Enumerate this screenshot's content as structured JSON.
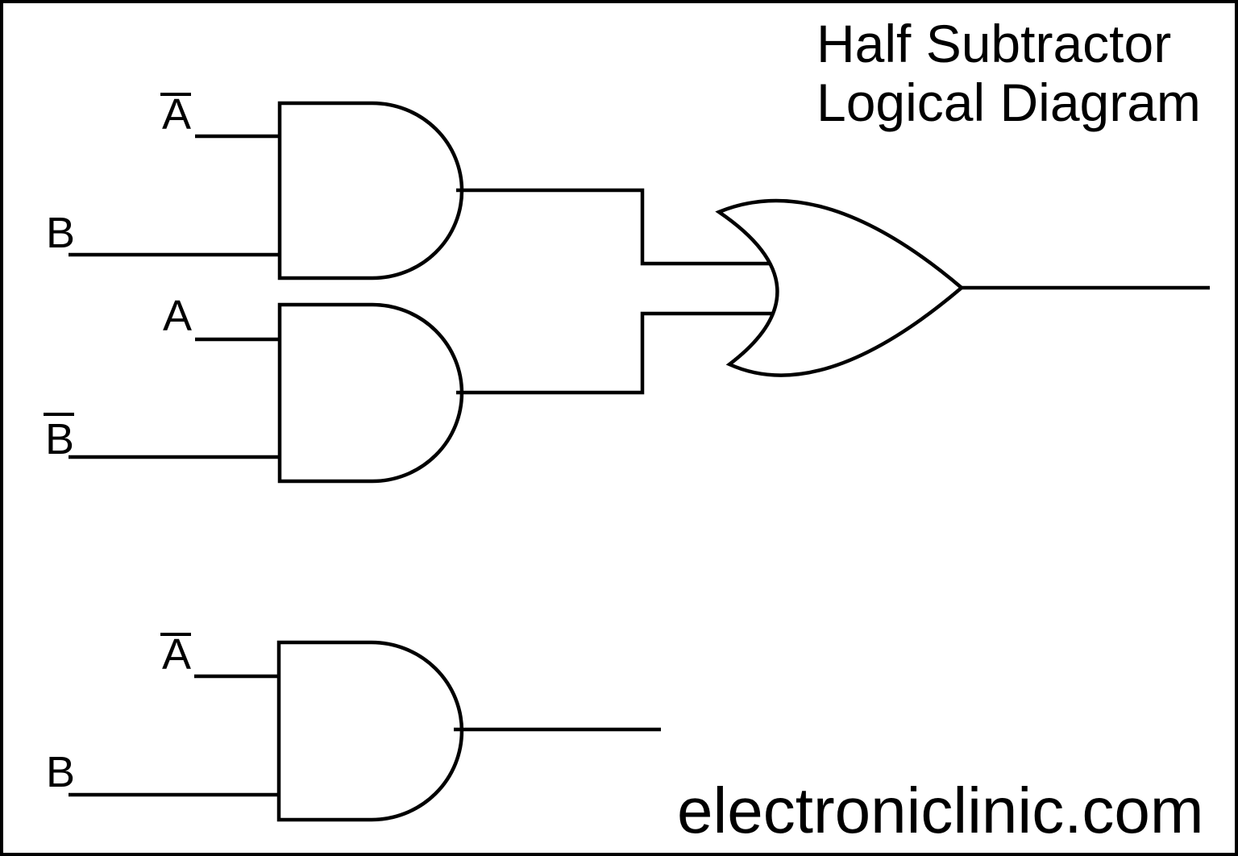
{
  "title": {
    "line1": "Half Subtractor",
    "line2": "Logical Diagram"
  },
  "watermark": "electroniclinic.com",
  "circuit": {
    "type": "logic-gate-diagram",
    "gates": [
      {
        "id": "and-gate-1",
        "type": "AND",
        "inputs": [
          {
            "label": "A",
            "negated": true
          },
          {
            "label": "B",
            "negated": false
          }
        ],
        "output_connects_to": "or-gate"
      },
      {
        "id": "and-gate-2",
        "type": "AND",
        "inputs": [
          {
            "label": "A",
            "negated": false
          },
          {
            "label": "B",
            "negated": true
          }
        ],
        "output_connects_to": "or-gate"
      },
      {
        "id": "or-gate",
        "type": "OR",
        "inputs": [
          "and-gate-1.output",
          "and-gate-2.output"
        ]
      },
      {
        "id": "and-gate-3",
        "type": "AND",
        "inputs": [
          {
            "label": "A",
            "negated": true
          },
          {
            "label": "B",
            "negated": false
          }
        ]
      }
    ],
    "labels": {
      "g1_top": "A",
      "g1_bottom": "B",
      "g2_top": "A",
      "g2_bottom": "B",
      "g3_top": "A",
      "g3_bottom": "B"
    },
    "colors": {
      "line": "#000000",
      "background": "#ffffff"
    }
  }
}
